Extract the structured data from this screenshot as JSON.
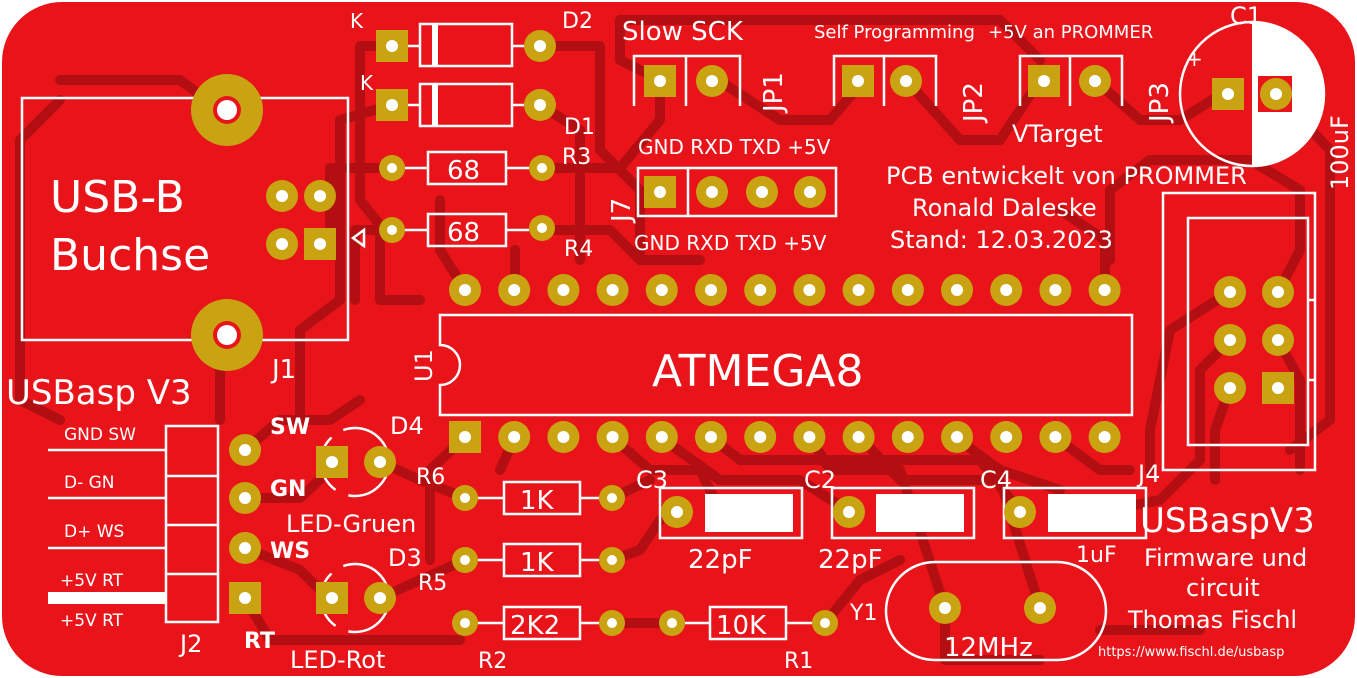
{
  "board": {
    "color": "#e8141a",
    "trace_color": "#b30f12",
    "pad_color": "#c9a312",
    "silk_color": "#ffffff"
  },
  "labels": {
    "usb_line1": "USB-B",
    "usb_line2": "Buchse",
    "j1": "J1",
    "usbasp_v3": "USBasp V3",
    "k1": "K",
    "k2": "K",
    "d1": "D1",
    "d2": "D2",
    "r3": "R3",
    "r4": "R4",
    "r3_val": "68",
    "r4_val": "68",
    "slow_sck": "Slow SCK",
    "jp1": "JP1",
    "self_prog": "Self Programming",
    "jp2": "JP2",
    "v5_prommer": "+5V an PROMMER",
    "jp3": "JP3",
    "vtarget": "VTarget",
    "c1": "C1",
    "c1_val": "100uF",
    "plus": "+",
    "j7": "J7",
    "j7_top": "GND RXD TXD +5V",
    "j7_bottom": "GND RXD TXD +5V",
    "pcb_line1": "PCB entwickelt von PROMMER",
    "pcb_line2": "Ronald Daleske",
    "pcb_line3": "Stand: 12.03.2023",
    "u1": "U1",
    "atmega": "ATMEGA8",
    "j4": "J4",
    "usbaspv3_right": "USBaspV3",
    "fw_line1": "Firmware und",
    "fw_line2": "circuit",
    "fw_line3": "Thomas Fischl",
    "url": "https://www.fischl.de/usbasp",
    "d4": "D4",
    "d3": "D3",
    "led_gruen": "LED-Gruen",
    "led_rot": "LED-Rot",
    "r6": "R6",
    "r5": "R5",
    "r2": "R2",
    "r1": "R1",
    "r6_val": "1K",
    "r5_val": "1K",
    "r2_val": "2K2",
    "r1_val": "10K",
    "c3": "C3",
    "c2": "C2",
    "c4": "C4",
    "c3_val": "22pF",
    "c2_val": "22pF",
    "c4_val": "1uF",
    "y1": "Y1",
    "y1_val": "12MHz",
    "j2": "J2",
    "j2_pin1": "GND SW",
    "j2_pin2": "D- GN",
    "j2_pin3": "D+ WS",
    "j2_pin4": "+5V RT",
    "j2_pin5": "+5V RT",
    "sw": "SW",
    "gn": "GN",
    "ws": "WS",
    "rt": "RT"
  }
}
